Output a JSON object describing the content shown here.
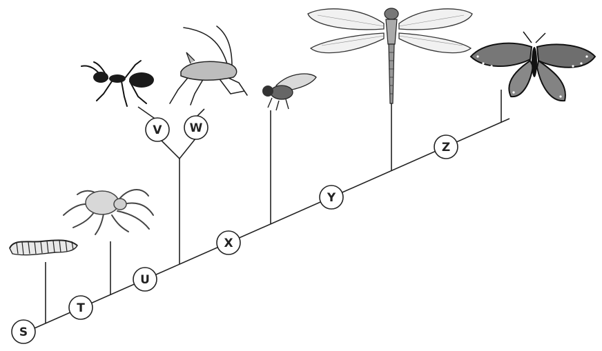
{
  "diagram": {
    "nodes": [
      {
        "id": "S",
        "label": "S"
      },
      {
        "id": "T",
        "label": "T"
      },
      {
        "id": "U",
        "label": "U"
      },
      {
        "id": "V",
        "label": "V"
      },
      {
        "id": "W",
        "label": "W"
      },
      {
        "id": "X",
        "label": "X"
      },
      {
        "id": "Y",
        "label": "Y"
      },
      {
        "id": "Z",
        "label": "Z"
      }
    ],
    "organisms": [
      {
        "name": "caterpillar-icon",
        "attached_to": "S"
      },
      {
        "name": "spider-icon",
        "attached_to": "T"
      },
      {
        "name": "ant-icon",
        "attached_to": "V"
      },
      {
        "name": "cricket-icon",
        "attached_to": "W"
      },
      {
        "name": "fly-icon",
        "attached_to": "X"
      },
      {
        "name": "dragonfly-icon",
        "attached_to": "Y"
      },
      {
        "name": "butterfly-icon",
        "attached_to": "Z"
      }
    ]
  }
}
